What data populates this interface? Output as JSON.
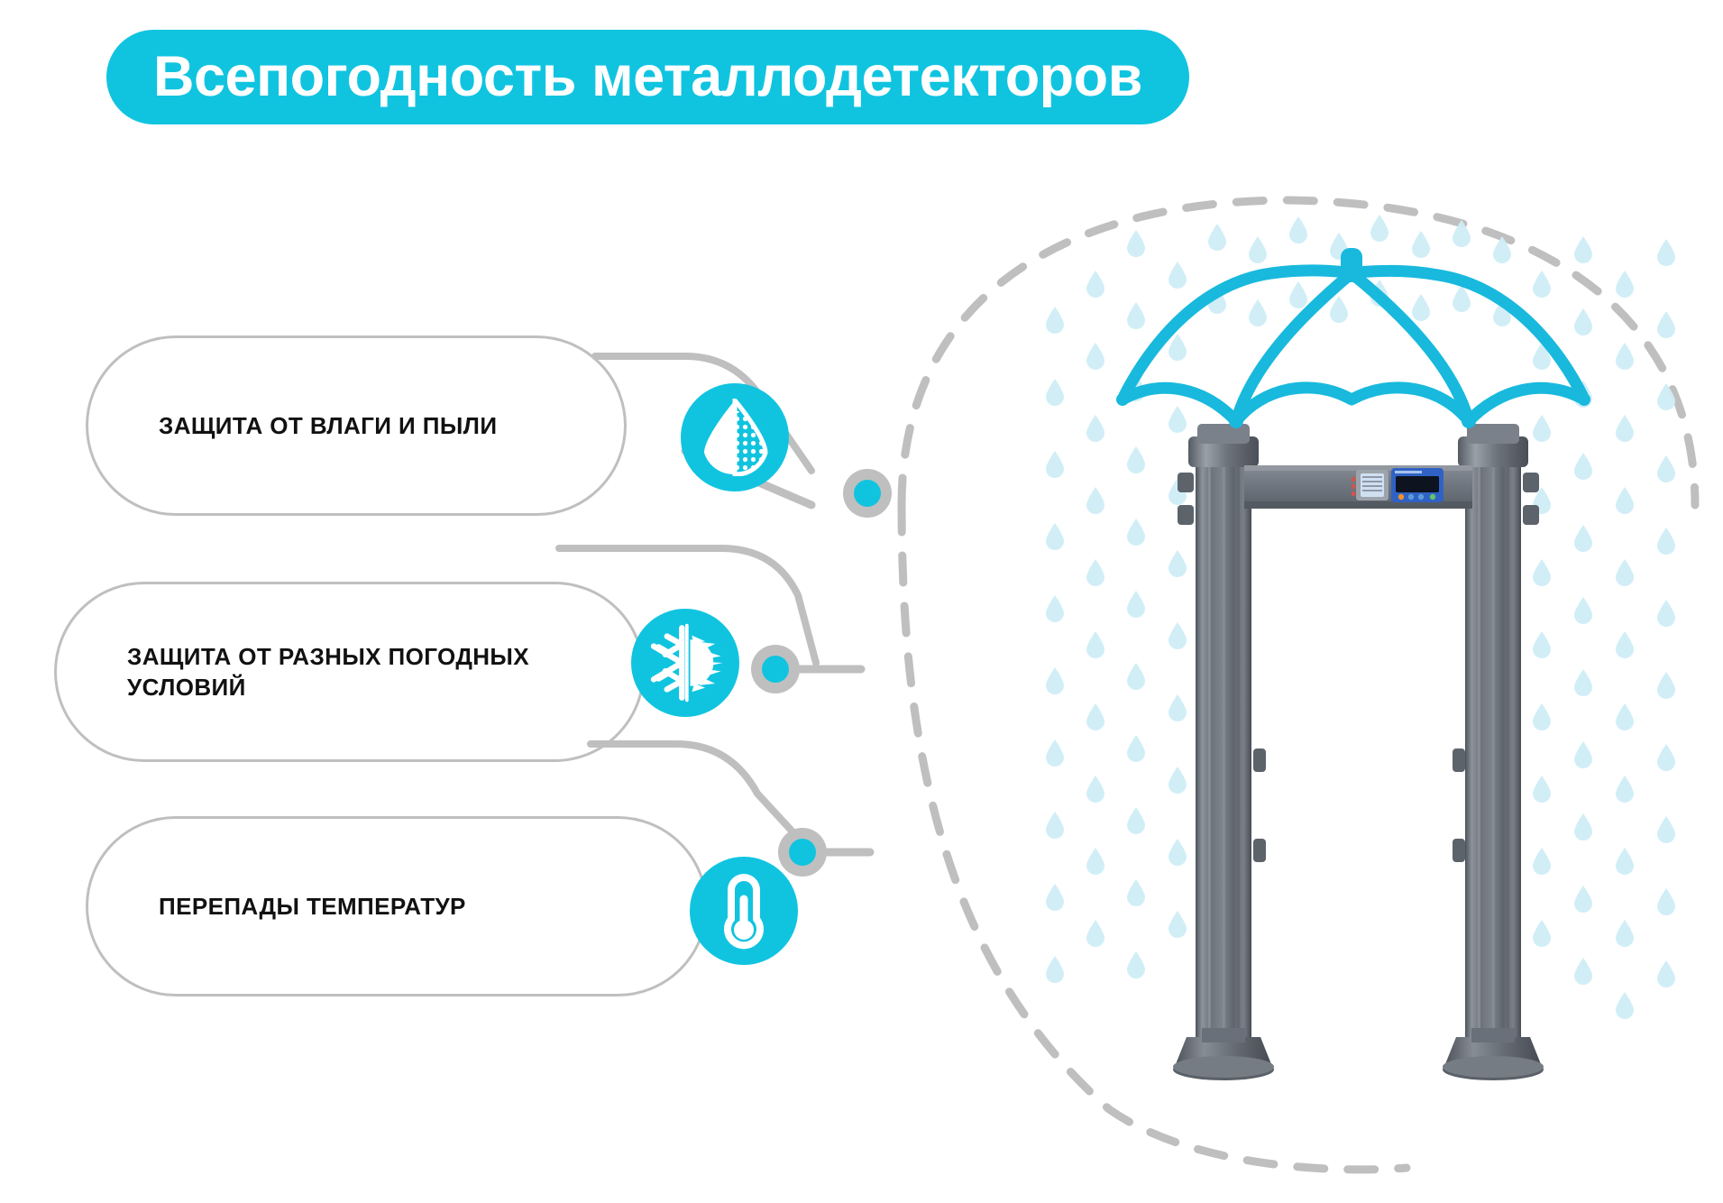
{
  "header": {
    "title": "Всепогодность металлодетекторов",
    "banner_color": "#10c4e0",
    "title_color": "#ffffff"
  },
  "theme": {
    "accent": "#10c4e0",
    "outline_gray": "#bfbfbf",
    "text_dark": "#111111",
    "raindrop_color": "#cfeef7",
    "gate_gray": "#6b7179",
    "panel_blue": "#2f62c4"
  },
  "features": [
    {
      "label": "ЗАЩИТА ОТ ВЛАГИ И ПЫЛИ",
      "icon": "water-drop-icon",
      "icon_name": "water-drop"
    },
    {
      "label": "ЗАЩИТА ОТ РАЗНЫХ ПОГОДНЫХ\nУСЛОВИЙ",
      "icon": "snowflake-sun-icon",
      "icon_name": "snowflake-sun"
    },
    {
      "label": "ПЕРЕПАДЫ ТЕМПЕРАТУР",
      "icon": "thermometer-icon",
      "icon_name": "thermometer"
    }
  ],
  "illustration": {
    "umbrella": "umbrella-icon",
    "device": "walk-through-metal-detector",
    "rain": "raindrops",
    "arc": "dashed-protection-arc",
    "panel": "control-panel-display"
  }
}
